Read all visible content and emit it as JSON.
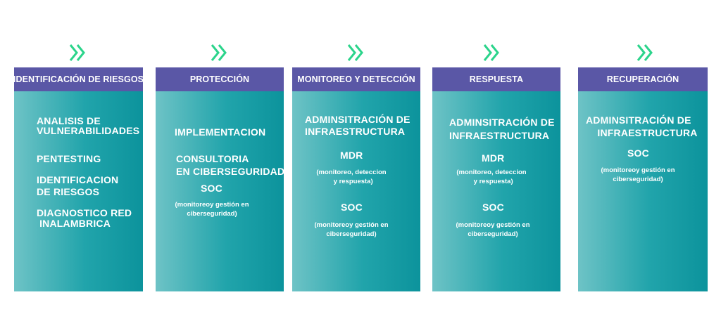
{
  "colors": {
    "header_bg": "#5a57a6",
    "chevron": "#2bd48b",
    "panel_light": "#6ec3c6",
    "panel_dark": "#0c939c"
  },
  "icons": {
    "arrow": "double-chevron-right-icon"
  },
  "columns": [
    {
      "title": "IDENTIFICACIÓN DE RIESGOS",
      "items": {
        "i1": "ANALISIS DE\nVULNERABILIDADES",
        "i2": "PENTESTING",
        "i3": "IDENTIFICACION\nDE RIESGOS",
        "i4": "DIAGNOSTICO RED\n INALAMBRICA"
      }
    },
    {
      "title": "PROTECCIÓN",
      "items": {
        "i1": "IMPLEMENTACION",
        "i2": "CONSULTORIA\nEN CIBERSEGURIDAD",
        "i3": "SOC",
        "i4": "(monitoreoy gestión en\nciberseguridad)"
      }
    },
    {
      "title": "MONITOREO Y DETECCIÓN",
      "items": {
        "i1": "ADMINSITRACIÓN DE\nINFRAESTRUCTURA",
        "i2": "MDR",
        "i3": "(monitoreo, deteccion\n  y respuesta)",
        "i4": "SOC",
        "i5": "(monitoreoy gestión en\nciberseguridad)"
      }
    },
    {
      "title": "RESPUESTA",
      "items": {
        "i1": "ADMINSITRACIÓN DE\nINFRAESTRUCTURA",
        "i2": "MDR",
        "i3": "(monitoreo, deteccion\n  y respuesta)",
        "i4": "SOC",
        "i5": "(monitoreoy gestión en\nciberseguridad)"
      }
    },
    {
      "title": "RECUPERACIÓN",
      "items": {
        "i1": "ADMINSITRACIÓN DE\n    INFRAESTRUCTURA",
        "i2": "SOC",
        "i3": "(monitoreoy gestión en\nciberseguridad)"
      }
    }
  ]
}
